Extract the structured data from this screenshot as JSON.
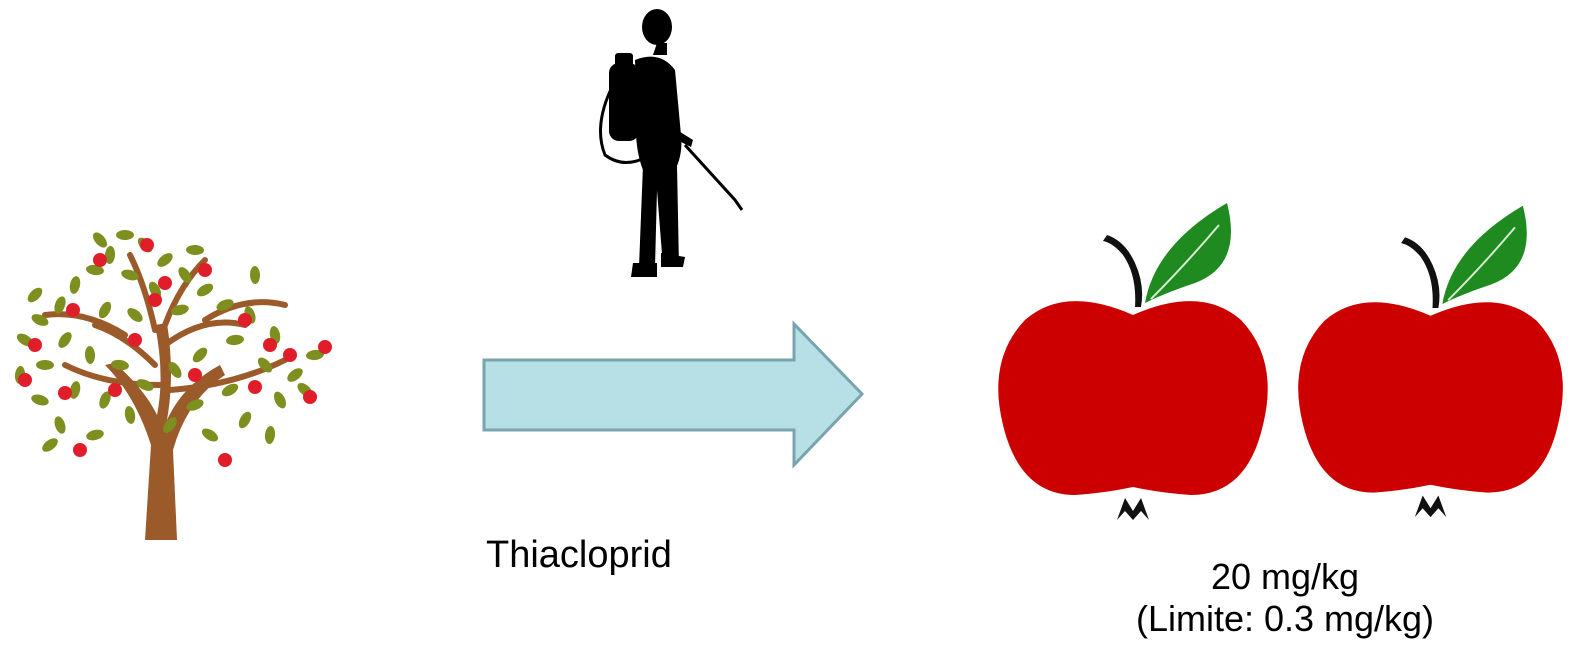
{
  "diagram": {
    "chemical": "Thiacloprid",
    "residue_value": "20 mg/kg",
    "residue_limit": "(Limite: 0.3 mg/kg)"
  },
  "icons": {
    "tree": "apple-tree-icon",
    "sprayer": "person-spraying-icon",
    "arrow": "right-arrow",
    "apple": "apple-icon"
  },
  "colors": {
    "apple_red": "#cc0000",
    "leaf_green": "#1f8a1f",
    "tree_leaf": "#7f8f1f",
    "trunk": "#9b5a2a",
    "arrow_fill": "#b7dfe6",
    "arrow_stroke": "#7aa4ad"
  }
}
